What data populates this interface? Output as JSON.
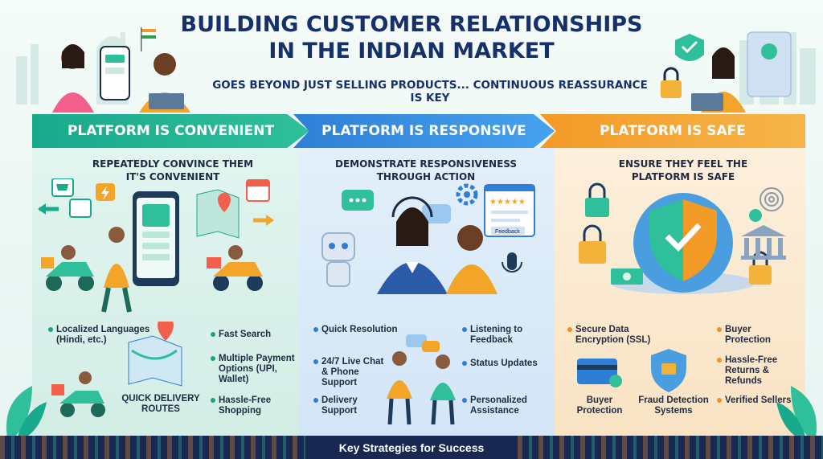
{
  "header": {
    "title_line1": "BUILDING CUSTOMER RELATIONSHIPS",
    "title_line2": "IN THE INDIAN MARKET",
    "subtitle": "GOES BEYOND JUST SELLING PRODUCTS... CONTINUOUS REASSURANCE IS KEY"
  },
  "sections": [
    {
      "tab": "PLATFORM IS CONVENIENT",
      "intro_line1": "REPEATEDLY CONVINCE THEM",
      "intro_line2": "IT'S CONVENIENT",
      "features": [
        "Localized Languages (Hindi, etc.)",
        "Fast Search",
        "Multiple Payment Options (UPI, Wallet)",
        "Hassle-Free Shopping"
      ],
      "map_label": "QUICK DELIVERY ROUTES",
      "accent": "#19a98c"
    },
    {
      "tab": "PLATFORM IS RESPONSIVE",
      "intro_line1": "DEMONSTRATE RESPONSIVENESS",
      "intro_line2": "THROUGH ACTION",
      "features": [
        "Quick Resolution",
        "Listening to Feedback",
        "24/7 Live Chat & Phone Support",
        "Status Updates",
        "Delivery Support",
        "Personalized Assistance"
      ],
      "badge": "Feedback",
      "accent": "#2f7fd6"
    },
    {
      "tab": "PLATFORM IS SAFE",
      "intro_line1": "ENSURE THEY FEEL THE",
      "intro_line2": "PLATFORM IS SAFE",
      "features": [
        "Secure Data Encryption (SSL)",
        "Buyer Protection",
        "Hassle-Free Returns & Refunds",
        "Buyer Protection",
        "Fraud Detection Systems",
        "Verified Sellers"
      ],
      "accent": "#f39a27"
    }
  ],
  "footer": {
    "label": "Key Strategies for Success"
  },
  "icons": [
    "india-flag-icon",
    "cart-icon",
    "map-pin-icon",
    "calendar-icon",
    "lightning-icon",
    "chat-bubble-icon",
    "gear-icon",
    "star-rating-icon",
    "microphone-icon",
    "shield-check-icon",
    "padlock-icon",
    "fingerprint-icon",
    "bank-icon",
    "money-icon",
    "credit-card-icon"
  ]
}
